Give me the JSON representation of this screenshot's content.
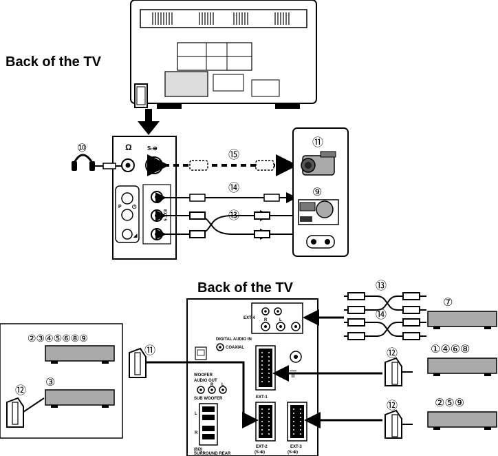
{
  "headings": {
    "top_back_of_tv": "Back of the TV",
    "bottom_back_of_tv": "Back of the TV"
  },
  "top_panel": {
    "headphone_symbol": "Ω",
    "svideo_label": "S-⊕",
    "ext5_label": "EXT 5",
    "side_buttons": [
      "P",
      "⏻",
      "◢"
    ]
  },
  "top_callouts": {
    "headphones": "⑩",
    "camcorder": "⑪",
    "game_console": "⑨",
    "svideo_cable": "⑮",
    "av_cable_single": "⑭",
    "av_cable_double": "⑬"
  },
  "bottom_panel": {
    "ext4_label": "EXT 4",
    "ext4_jacks": [
      "R",
      "L"
    ],
    "digital_audio_label": "DIGITAL AUDIO IN",
    "coaxial_label": "COAXIAL",
    "woofer_label": "WOOFER",
    "audio_out_label": "AUDIO OUT",
    "audio_out_jacks": [
      "SUB WOOFER",
      "R",
      "L"
    ],
    "speaker_terminals": [
      "L",
      "R"
    ],
    "surround_label": "SURROUND REAR",
    "surround_ohm": "(8Ω)",
    "ext1_label": "EXT-1",
    "ext2_label": "EXT-2",
    "ext3_label": "EXT-3",
    "ext2_sub": "(S-⊕)",
    "ext3_sub": "(S-⊕)",
    "antenna_symbol": "╦"
  },
  "bottom_callouts": {
    "av_cable_top": "⑬",
    "av_cable_bottom": "⑭",
    "device_top_right": "⑦",
    "scart_ext1": "⑫",
    "device_mid_right": "①④⑥⑧",
    "scart_ext2": "⑫",
    "device_bottom_right": "②⑤⑨",
    "scart_left_out": "⑪",
    "left_device_top": "②③④⑤⑥⑧⑨",
    "left_device_bottom": "③",
    "left_scart": "⑫"
  }
}
